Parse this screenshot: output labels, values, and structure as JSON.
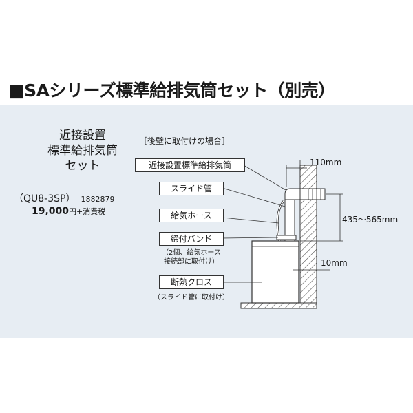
{
  "title": "■SAシリーズ標準給排気筒セット（別売）",
  "product": {
    "name_line1": "近接設置",
    "name_line2": "標準給排気筒",
    "name_line3": "セット",
    "model": "（QU8-3SP）",
    "code": "1882879",
    "price": "19,000",
    "price_suffix": "円+消費税"
  },
  "diagram": {
    "heading": "［後壁に取付けの場合］",
    "labels": {
      "flue": "近接設置標準給排気筒",
      "slide_pipe": "スライド管",
      "supply_hose": "給気ホース",
      "band": "締付バンド",
      "band_note_line1": "（2個、給気ホース",
      "band_note_line2": "接続部に取付け）",
      "insulation": "断熱クロス",
      "insulation_note": "（スライド管に取付け）"
    },
    "dimensions": {
      "d110": "110mm",
      "range": "435～565mm",
      "d10": "10mm"
    }
  }
}
